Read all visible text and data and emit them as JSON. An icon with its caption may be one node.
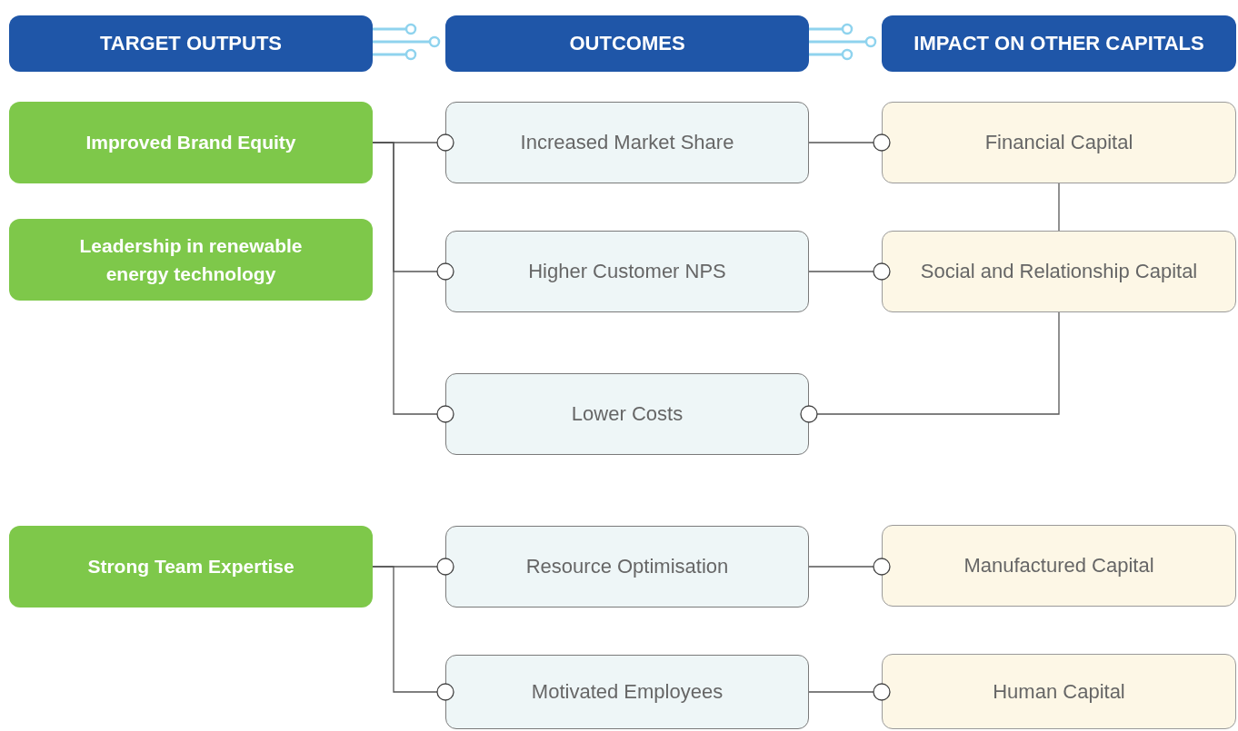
{
  "diagram": {
    "nodes": [
      {
        "text": [
          "TARGET OUTPUTS"
        ]
      },
      {
        "text": [
          "OUTCOMES"
        ]
      },
      {
        "text": [
          "IMPACT ON OTHER CAPITALS"
        ]
      },
      {
        "text": [
          "Improved Brand Equity"
        ]
      },
      {
        "text": [
          "Leadership in renewable energy technology"
        ]
      },
      {
        "text": [
          "Increased Market Share"
        ]
      },
      {
        "text": [
          "Financial Capital"
        ]
      },
      {
        "text": [
          "Higher Customer NPS"
        ]
      },
      {
        "text": [
          "Social and Relationship Capital"
        ]
      },
      {
        "text": [
          "Lower Costs"
        ]
      },
      {
        "text": [
          "Strong Team Expertise"
        ]
      },
      {
        "text": [
          "Resource Optimisation"
        ]
      },
      {
        "text": [
          "Manufactured Capital"
        ]
      },
      {
        "text": [
          "Motivated Employees"
        ]
      },
      {
        "text": [
          "Human Capital"
        ]
      }
    ],
    "edges": [
      {
        "from": 3,
        "to": 5,
        "arrow": "other"
      },
      {
        "from": 3,
        "to": 7,
        "arrow": "other"
      },
      {
        "from": 3,
        "to": 9,
        "arrow": "other"
      },
      {
        "from": 5,
        "to": 6,
        "arrow": "other"
      },
      {
        "from": 6,
        "to": 8,
        "arrow": "none"
      },
      {
        "from": 7,
        "to": 8,
        "arrow": "other"
      },
      {
        "from": 8,
        "to": 9,
        "arrow": "other"
      },
      {
        "from": 10,
        "to": 11,
        "arrow": "other"
      },
      {
        "from": 10,
        "to": 13,
        "arrow": "other"
      },
      {
        "from": 11,
        "to": 12,
        "arrow": "other"
      },
      {
        "from": 13,
        "to": 14,
        "arrow": "other"
      }
    ]
  }
}
